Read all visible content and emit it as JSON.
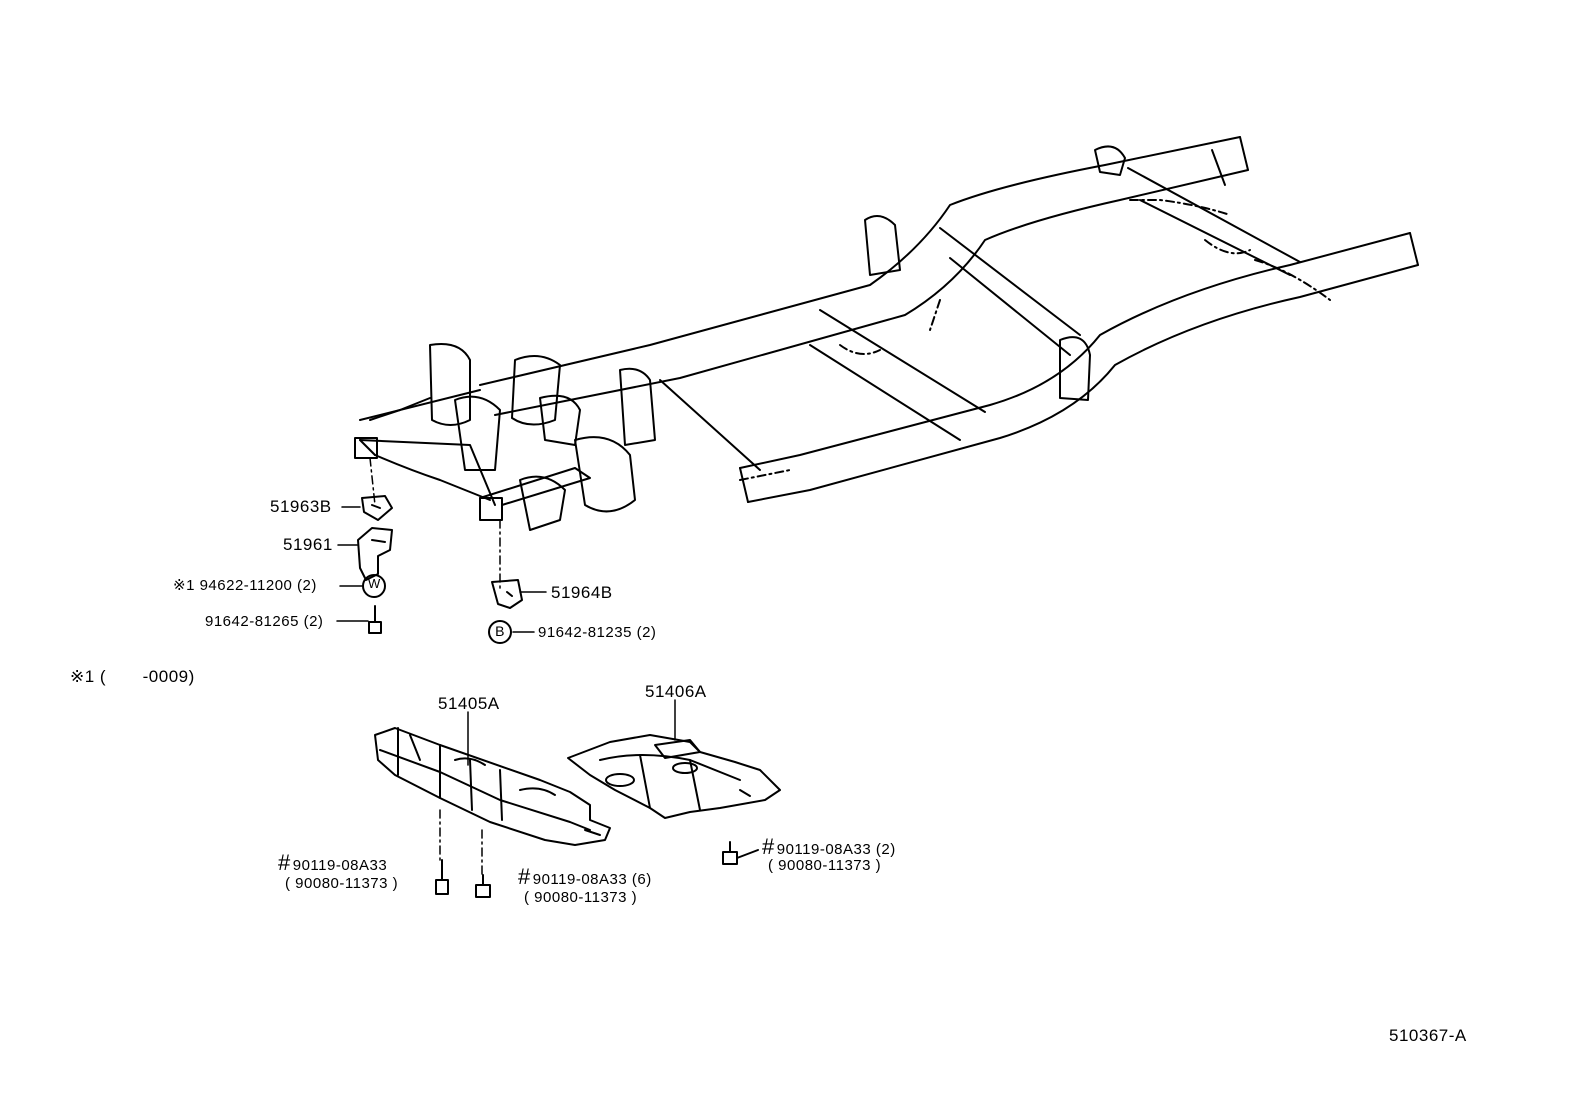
{
  "labels": {
    "p51963b": "51963B",
    "p51961": "51961",
    "p94622": "※1 94622-11200 (2)",
    "p91642_81265": "91642-81265 (2)",
    "p51964b": "51964B",
    "p91642_81235": "91642-81235 (2)",
    "note1": "※1 (       -0009)",
    "p51405a": "51405A",
    "p51406a": "51406A",
    "bolt_left_a": "90119-08A33",
    "bolt_left_b": "( 90080-11373 )",
    "bolt_mid_a": "90119-08A33 (6)",
    "bolt_mid_b": "( 90080-11373 )",
    "bolt_right_a": "90119-08A33 (2)",
    "bolt_right_b": "( 90080-11373 )",
    "hash": "#",
    "washer_letter": "W",
    "bolt_letter": "B",
    "diagram_id": "510367-A"
  },
  "colors": {
    "line": "#000000",
    "background": "#ffffff"
  }
}
